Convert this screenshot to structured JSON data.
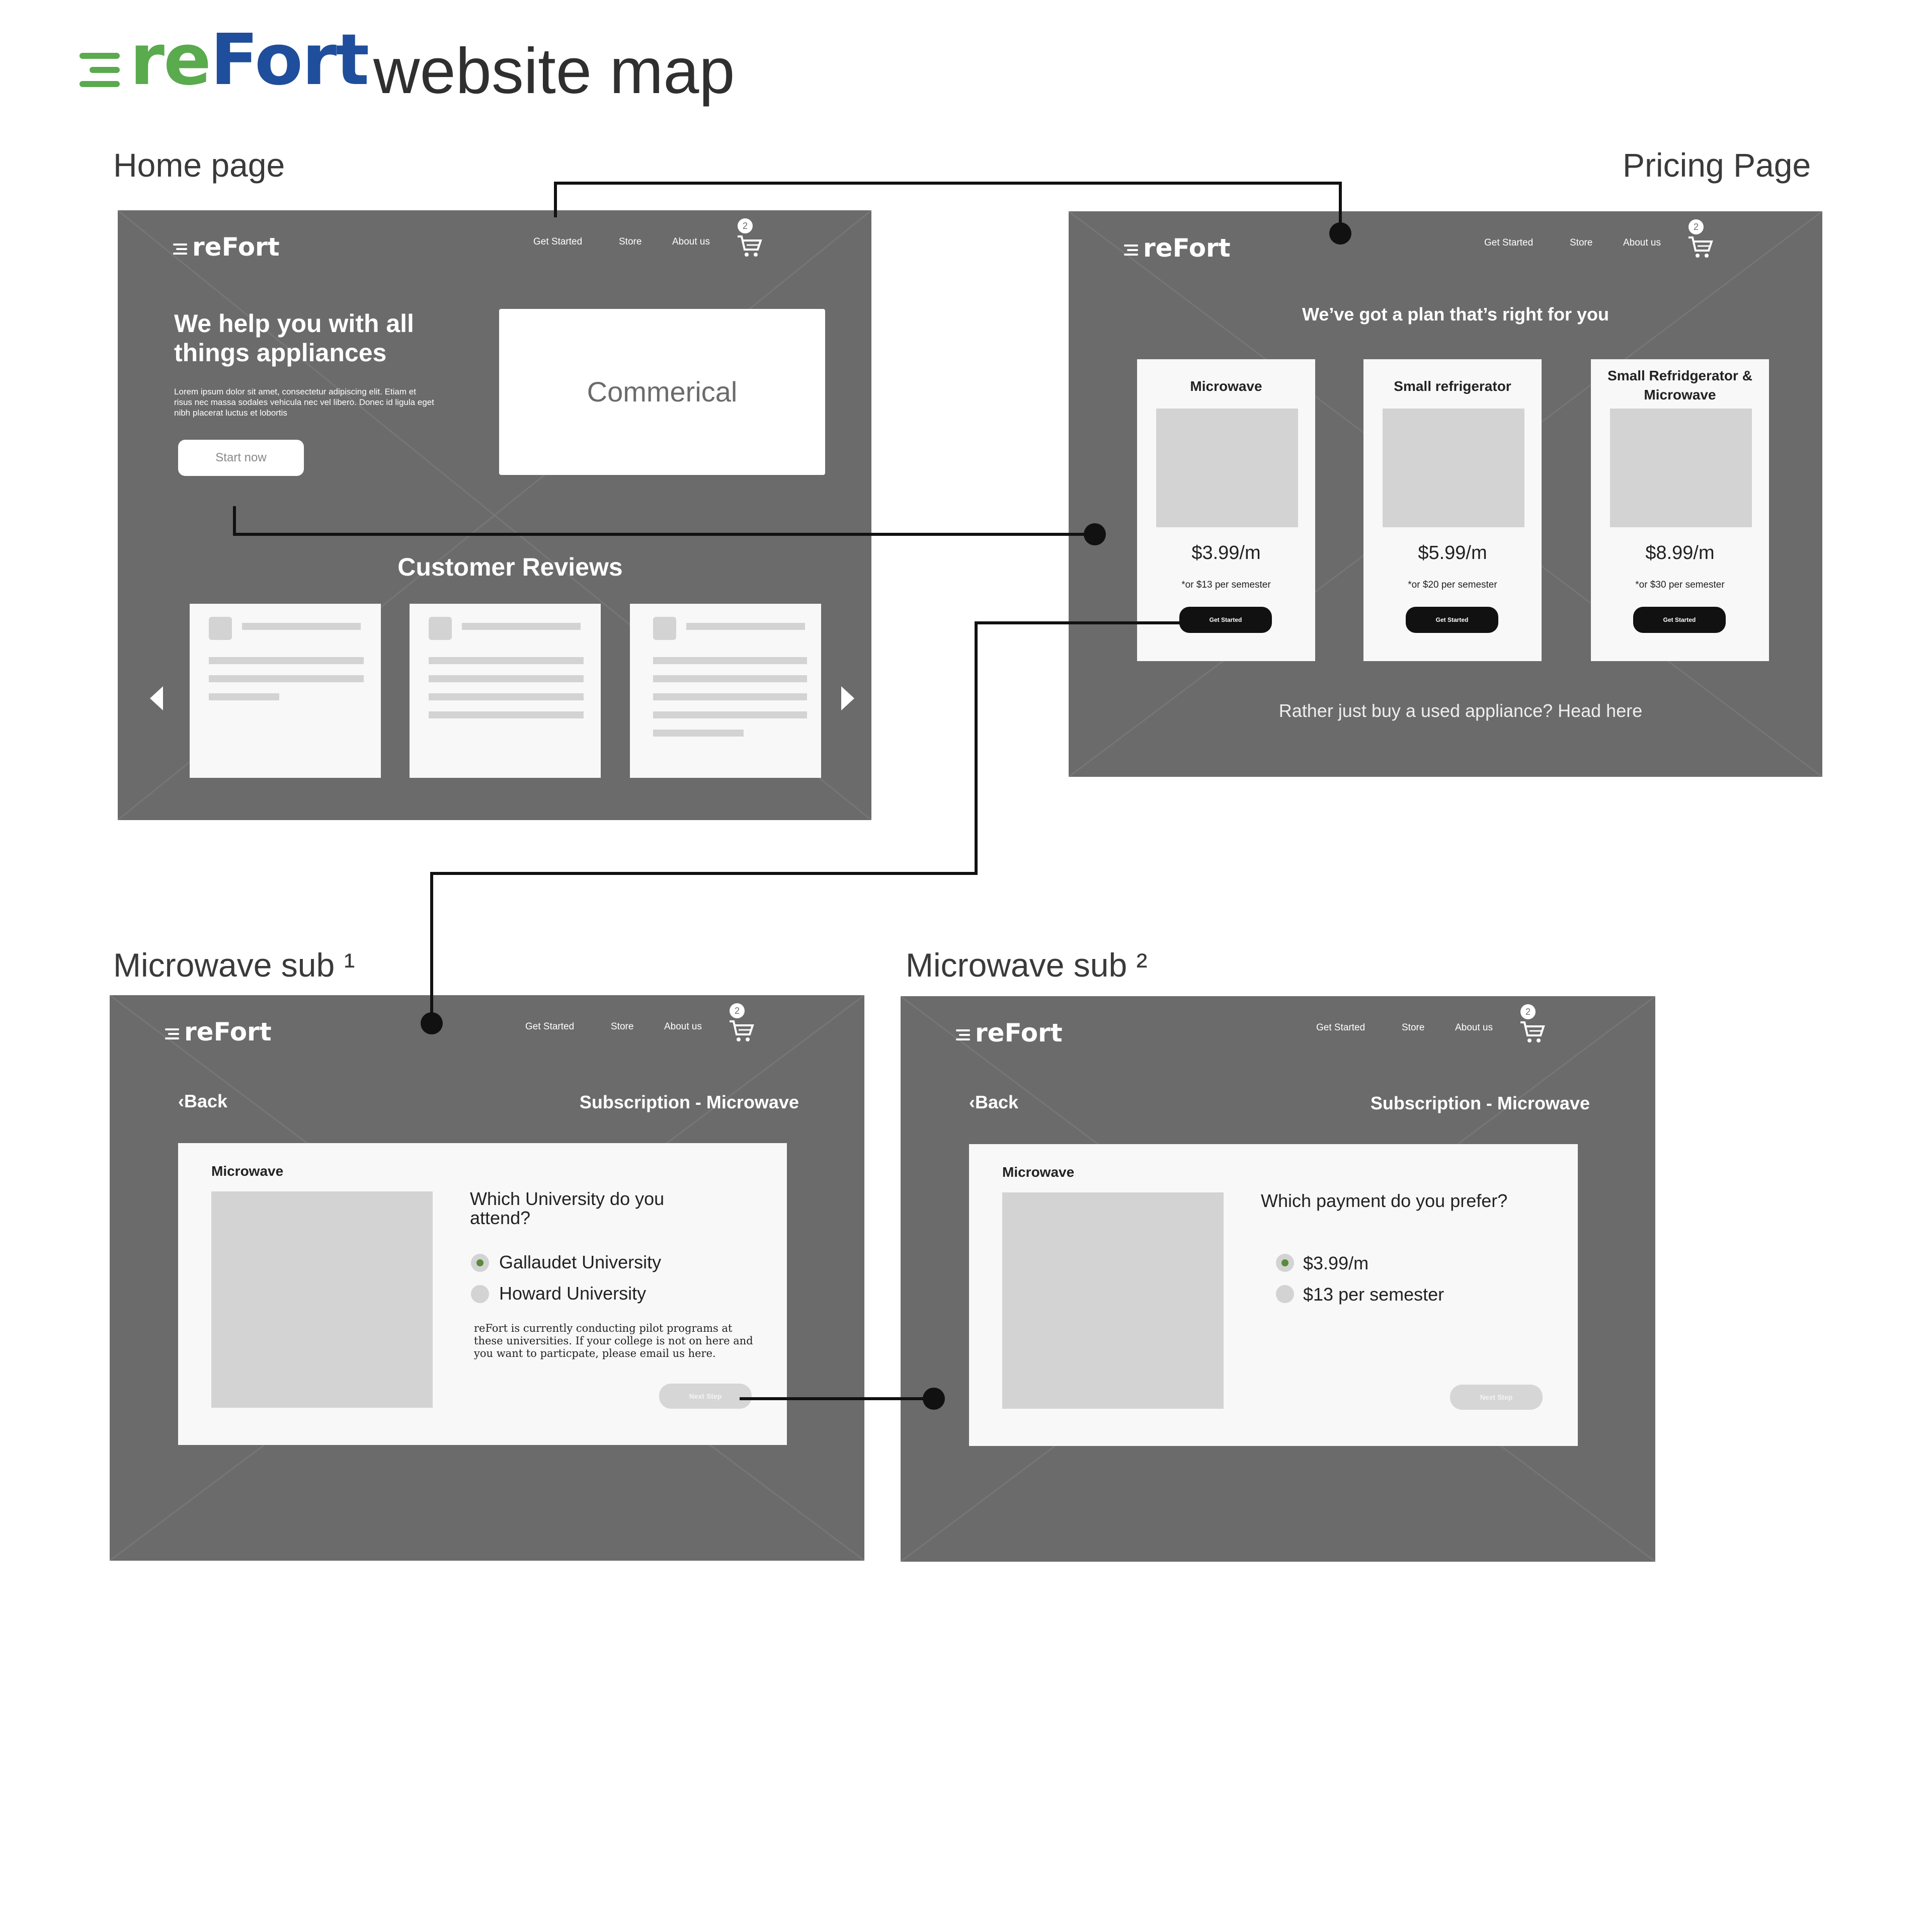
{
  "header": {
    "logo_re": "re",
    "logo_fort": "Fort",
    "title": "website map"
  },
  "labels": {
    "home": "Home page",
    "pricing": "Pricing Page",
    "sub1": "Microwave sub ¹",
    "sub2": "Microwave sub ²"
  },
  "brand": {
    "logo": "reFort"
  },
  "nav": {
    "get_started": "Get Started",
    "store": "Store",
    "about": "About us",
    "cart_count": "2"
  },
  "home": {
    "headline": "We help you with all things appliances",
    "lorem": "Lorem ipsum dolor sit amet, consectetur adipiscing elit. Etiam et risus nec massa sodales vehicula nec vel libero. Donec id ligula eget nibh placerat luctus et lobortis",
    "start_button": "Start now",
    "feature_card": "Commerical",
    "reviews_title": "Customer Reviews"
  },
  "pricing": {
    "headline": "We’ve got a plan that’s right for you",
    "plans": [
      {
        "name": "Microwave",
        "price": "$3.99/m",
        "note": "*or $13 per semester",
        "button": "Get Started"
      },
      {
        "name": "Small refrigerator",
        "price": "$5.99/m",
        "note": "*or $20 per semester",
        "button": "Get Started"
      },
      {
        "name": "Small Refridgerator & Microwave",
        "price": "$8.99/m",
        "note": "*or $30 per semester",
        "button": "Get Started"
      }
    ],
    "footer_link": "Rather just buy a used appliance? Head here"
  },
  "sub1": {
    "back": "Back",
    "heading": "Subscription - Microwave",
    "product": "Microwave",
    "question": "Which University do you attend?",
    "options": [
      "Gallaudet University",
      "Howard University"
    ],
    "selected_index": 0,
    "note": "reFort is currently conducting pilot programs at these universities. If your college is not on here and you want to particpate, please email us here.",
    "next_button": "Next Step"
  },
  "sub2": {
    "back": "Back",
    "heading": "Subscription - Microwave",
    "product": "Microwave",
    "question": "Which payment do you prefer?",
    "options": [
      "$3.99/m",
      "$13 per semester"
    ],
    "selected_index": 0,
    "next_button": "Next Step"
  },
  "colors": {
    "green": "#5aaa4e",
    "blue": "#1f4e9c",
    "screen_bg": "#6b6b6b",
    "radio_selected": "#5a8a3c"
  }
}
